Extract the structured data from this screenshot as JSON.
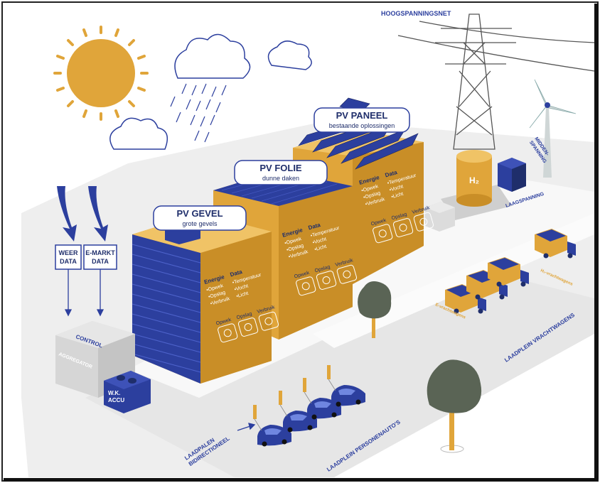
{
  "colors": {
    "navy": "#1f2e6b",
    "blue": "#2c3f9e",
    "gold": "#e0a53a",
    "gold_dark": "#c98e27",
    "gold_text": "#e8a530",
    "ground": "#ececec",
    "road": "#f7f7f7",
    "tree": "#5a6455"
  },
  "grid": {
    "high_voltage": "HOOGSPANNINGSNET",
    "medium_voltage": "MIDDEN-\nSPANNING",
    "low_voltage": "LAAGSPANNING",
    "hydrogen": "H₂"
  },
  "buildings": [
    {
      "title": "PV GEVEL",
      "subtitle": "grote gevels",
      "energy": "Energie",
      "energy_items": [
        "Opwek",
        "Opslag",
        "Verbruik"
      ],
      "data": "Data",
      "data_items": [
        "Temperatuur",
        "Vocht",
        "Licht"
      ],
      "icon_labels": [
        "Opwek",
        "Opslag",
        "Verbruik"
      ]
    },
    {
      "title": "PV FOLIE",
      "subtitle": "dunne daken",
      "energy": "Energie",
      "energy_items": [
        "Opwek",
        "Opslag",
        "Verbruik"
      ],
      "data": "Data",
      "data_items": [
        "Temperatuur",
        "Vocht",
        "Licht"
      ],
      "icon_labels": [
        "Opwek",
        "Opslag",
        "Verbruik"
      ]
    },
    {
      "title": "PV PANEEL",
      "subtitle": "bestaande oplossingen",
      "energy": "Energie",
      "energy_items": [
        "Opwek",
        "Opslag",
        "Verbruik"
      ],
      "data": "Data",
      "data_items": [
        "Temperatuur",
        "Vocht",
        "Licht"
      ],
      "icon_labels": [
        "Opwek",
        "Opslag",
        "Verbruik"
      ]
    }
  ],
  "inputs": [
    {
      "label": "WEER\nDATA"
    },
    {
      "label": "E-MARKT\nDATA"
    }
  ],
  "control": {
    "control_label": "CONTROL",
    "aggregator_label": "AGGREGATOR",
    "storage_label": "W.K.\nACCU"
  },
  "mobility": {
    "trucks_e": "E-vrachtwagens",
    "trucks_h2": "H₂-vrachtwagens",
    "truck_lot": "LAADPLEIN VRACHTWAGENS",
    "car_lot": "LAADPLEIN PERSONENAUTO'S",
    "bidirectional": "LAADPALEN\nBIDIRECTIONEEL"
  }
}
